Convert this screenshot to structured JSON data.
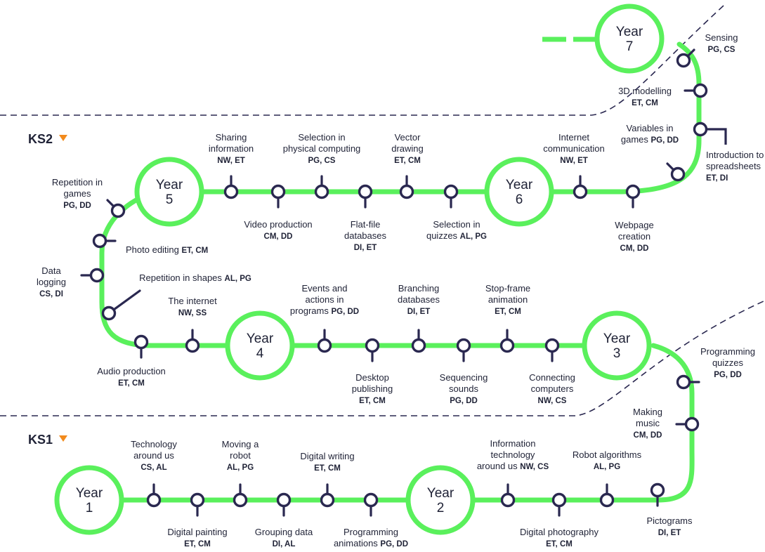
{
  "colors": {
    "track": "#5af05c",
    "node": "#2a2850",
    "arrow": "#f28a1c",
    "divider": "#2a2850"
  },
  "key_stages": [
    {
      "id": "ks2",
      "label": "KS2"
    },
    {
      "id": "ks1",
      "label": "KS1"
    }
  ],
  "years": [
    {
      "id": "year-1",
      "label": [
        "Year",
        "1"
      ]
    },
    {
      "id": "year-2",
      "label": [
        "Year",
        "2"
      ]
    },
    {
      "id": "year-3",
      "label": [
        "Year",
        "3"
      ]
    },
    {
      "id": "year-4",
      "label": [
        "Year",
        "4"
      ]
    },
    {
      "id": "year-5",
      "label": [
        "Year",
        "5"
      ]
    },
    {
      "id": "year-6",
      "label": [
        "Year",
        "6"
      ]
    },
    {
      "id": "year-7",
      "label": [
        "Year",
        "7"
      ]
    }
  ],
  "units": [
    {
      "id": "technology-around-us",
      "lines": [
        [
          "Technology",
          ""
        ],
        [
          "around us",
          ""
        ],
        [
          "",
          "CS, AL"
        ]
      ]
    },
    {
      "id": "digital-painting",
      "lines": [
        [
          "Digital painting",
          ""
        ],
        [
          "",
          "ET, CM"
        ]
      ]
    },
    {
      "id": "moving-a-robot",
      "lines": [
        [
          "Moving a",
          ""
        ],
        [
          "robot",
          ""
        ],
        [
          "",
          "AL, PG"
        ]
      ]
    },
    {
      "id": "grouping-data",
      "lines": [
        [
          "Grouping data",
          ""
        ],
        [
          "",
          "DI, AL"
        ]
      ]
    },
    {
      "id": "digital-writing",
      "lines": [
        [
          "Digital writing",
          ""
        ],
        [
          "",
          "ET, CM"
        ]
      ]
    },
    {
      "id": "programming-animations",
      "lines": [
        [
          "Programming",
          ""
        ],
        [
          "animations ",
          "PG, DD"
        ]
      ]
    },
    {
      "id": "information-technology-around-us",
      "lines": [
        [
          "Information",
          ""
        ],
        [
          "technology",
          ""
        ],
        [
          "around us ",
          "NW, CS"
        ]
      ]
    },
    {
      "id": "digital-photography",
      "lines": [
        [
          "Digital photography",
          ""
        ],
        [
          "",
          "ET, CM"
        ]
      ]
    },
    {
      "id": "robot-algorithms",
      "lines": [
        [
          "Robot algorithms",
          ""
        ],
        [
          "",
          "AL, PG"
        ]
      ]
    },
    {
      "id": "pictograms",
      "lines": [
        [
          "Pictograms",
          ""
        ],
        [
          "",
          "DI, ET"
        ]
      ]
    },
    {
      "id": "making-music",
      "lines": [
        [
          "Making",
          ""
        ],
        [
          "music",
          ""
        ],
        [
          "",
          "CM, DD"
        ]
      ]
    },
    {
      "id": "programming-quizzes",
      "lines": [
        [
          "Programming",
          ""
        ],
        [
          "quizzes",
          ""
        ],
        [
          "",
          "PG, DD"
        ]
      ]
    },
    {
      "id": "connecting-computers",
      "lines": [
        [
          "Connecting",
          ""
        ],
        [
          "computers",
          ""
        ],
        [
          "",
          "NW, CS"
        ]
      ]
    },
    {
      "id": "stop-frame-animation",
      "lines": [
        [
          "Stop-frame",
          ""
        ],
        [
          "animation",
          ""
        ],
        [
          "",
          "ET, CM"
        ]
      ]
    },
    {
      "id": "sequencing-sounds",
      "lines": [
        [
          "Sequencing",
          ""
        ],
        [
          "sounds",
          ""
        ],
        [
          "",
          "PG, DD"
        ]
      ]
    },
    {
      "id": "branching-databases",
      "lines": [
        [
          "Branching",
          ""
        ],
        [
          "databases",
          ""
        ],
        [
          "",
          "DI, ET"
        ]
      ]
    },
    {
      "id": "desktop-publishing",
      "lines": [
        [
          "Desktop",
          ""
        ],
        [
          "publishing",
          ""
        ],
        [
          "",
          "ET, CM"
        ]
      ]
    },
    {
      "id": "events-and-actions",
      "lines": [
        [
          "Events and",
          ""
        ],
        [
          "actions in",
          ""
        ],
        [
          "programs ",
          "PG, DD"
        ]
      ]
    },
    {
      "id": "the-internet",
      "lines": [
        [
          "The internet",
          ""
        ],
        [
          "",
          "NW, SS"
        ]
      ]
    },
    {
      "id": "audio-production",
      "lines": [
        [
          "Audio production",
          ""
        ],
        [
          "",
          "ET, CM"
        ]
      ]
    },
    {
      "id": "repetition-in-shapes",
      "lines": [
        [
          "Repetition in shapes ",
          "AL, PG"
        ]
      ]
    },
    {
      "id": "data-logging",
      "lines": [
        [
          "Data",
          ""
        ],
        [
          "logging",
          ""
        ],
        [
          "",
          "CS, DI"
        ]
      ]
    },
    {
      "id": "photo-editing",
      "lines": [
        [
          "Photo editing ",
          "ET, CM"
        ]
      ]
    },
    {
      "id": "repetition-in-games",
      "lines": [
        [
          "Repetition in",
          ""
        ],
        [
          "games",
          ""
        ],
        [
          "",
          "PG, DD"
        ]
      ]
    },
    {
      "id": "sharing-information",
      "lines": [
        [
          "Sharing",
          ""
        ],
        [
          "information",
          ""
        ],
        [
          "",
          "NW, ET"
        ]
      ]
    },
    {
      "id": "video-production",
      "lines": [
        [
          "Video production",
          ""
        ],
        [
          "",
          "CM, DD"
        ]
      ]
    },
    {
      "id": "selection-in-physical-computing",
      "lines": [
        [
          "Selection in",
          ""
        ],
        [
          "physical computing",
          ""
        ],
        [
          "",
          "PG, CS"
        ]
      ]
    },
    {
      "id": "flat-file-databases",
      "lines": [
        [
          "Flat-file",
          ""
        ],
        [
          "databases",
          ""
        ],
        [
          "",
          "DI, ET"
        ]
      ]
    },
    {
      "id": "vector-drawing",
      "lines": [
        [
          "Vector",
          ""
        ],
        [
          "drawing",
          ""
        ],
        [
          "",
          "ET, CM"
        ]
      ]
    },
    {
      "id": "selection-in-quizzes",
      "lines": [
        [
          "Selection in",
          ""
        ],
        [
          "quizzes ",
          "AL, PG"
        ]
      ]
    },
    {
      "id": "internet-communication",
      "lines": [
        [
          "Internet",
          ""
        ],
        [
          "communication",
          ""
        ],
        [
          "",
          "NW, ET"
        ]
      ]
    },
    {
      "id": "webpage-creation",
      "lines": [
        [
          "Webpage",
          ""
        ],
        [
          "creation",
          ""
        ],
        [
          "",
          "CM, DD"
        ]
      ]
    },
    {
      "id": "introduction-to-spreadsheets",
      "lines": [
        [
          "Introduction to",
          ""
        ],
        [
          "spreadsheets",
          ""
        ],
        [
          "",
          "ET, DI"
        ]
      ]
    },
    {
      "id": "variables-in-games",
      "lines": [
        [
          "Variables in",
          ""
        ],
        [
          "games ",
          "PG, DD"
        ]
      ]
    },
    {
      "id": "3d-modelling",
      "lines": [
        [
          "3D modelling",
          ""
        ],
        [
          "",
          "ET, CM"
        ]
      ]
    },
    {
      "id": "sensing",
      "lines": [
        [
          "Sensing",
          ""
        ],
        [
          "",
          "PG, CS"
        ]
      ]
    }
  ]
}
